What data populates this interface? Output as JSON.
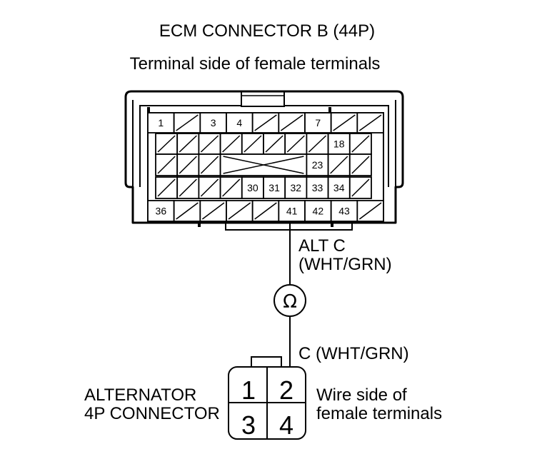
{
  "title": "ECM CONNECTOR B (44P)",
  "subtitle": "Terminal side of female terminals",
  "ecm_connector": {
    "rows": [
      [
        "1",
        "",
        "3",
        "4",
        "",
        "",
        "7",
        "",
        ""
      ],
      [
        "",
        "",
        "",
        "",
        "",
        "",
        "",
        "",
        "18",
        ""
      ],
      [
        "",
        "",
        "",
        null,
        null,
        null,
        null,
        "23",
        "",
        ""
      ],
      [
        "",
        "",
        "",
        "",
        "30",
        "31",
        "32",
        "33",
        "34",
        ""
      ],
      [
        "36",
        "",
        "",
        "",
        "",
        "41",
        "42",
        "43",
        ""
      ]
    ]
  },
  "wire_top": {
    "line1": "ALT C",
    "line2": "(WHT/GRN)"
  },
  "meter_symbol": "Ω",
  "wire_bottom": "C (WHT/GRN)",
  "alternator_connector": {
    "name_line1": "ALTERNATOR",
    "name_line2": "4P CONNECTOR",
    "view_line1": "Wire side of",
    "view_line2": "female terminals",
    "terminals": [
      "1",
      "2",
      "3",
      "4"
    ]
  }
}
